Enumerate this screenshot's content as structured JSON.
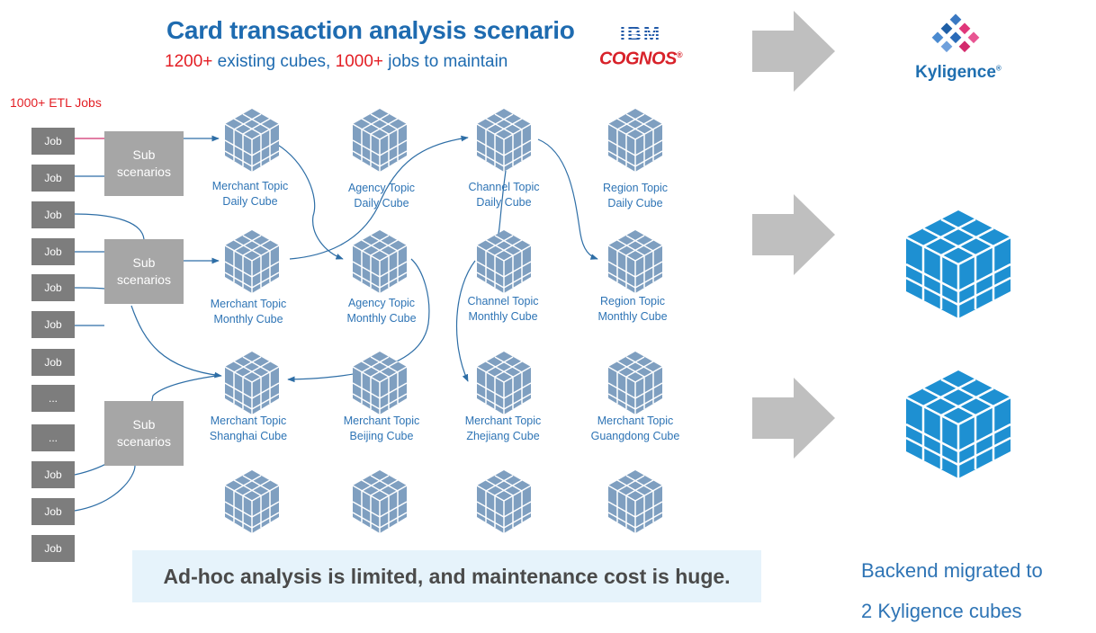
{
  "header": {
    "title": "Card transaction analysis scenario",
    "subtitle_num1": "1200+",
    "subtitle_text1": " existing cubes, ",
    "subtitle_num2": "1000+",
    "subtitle_text2": " jobs to maintain"
  },
  "logos": {
    "ibm": "IBM",
    "cognos": "COGNOS",
    "cognos_mark": "®",
    "kyligence": "Kyligence",
    "kyligence_mark": "®"
  },
  "etl_label": "1000+ ETL Jobs",
  "jobs": [
    "Job",
    "Job",
    "Job",
    "Job",
    "Job",
    "Job",
    "Job",
    "...",
    "...",
    "Job",
    "Job",
    "Job"
  ],
  "sub_scenarios": [
    "Sub\nscenarios",
    "Sub\nscenarios",
    "Sub\nscenarios"
  ],
  "cube_labels": [
    [
      "Merchant Topic",
      "Daily Cube"
    ],
    [
      "Agency Topic",
      "Daily Cube"
    ],
    [
      "Channel Topic",
      "Daily Cube"
    ],
    [
      "Region Topic",
      "Daily Cube"
    ],
    [
      "Merchant Topic",
      "Monthly Cube"
    ],
    [
      "Agency Topic",
      "Monthly Cube"
    ],
    [
      "Channel Topic",
      "Monthly Cube"
    ],
    [
      "Region Topic",
      "Monthly Cube"
    ],
    [
      "Merchant Topic",
      "Shanghai Cube"
    ],
    [
      "Merchant Topic",
      "Beijing Cube"
    ],
    [
      "Merchant Topic",
      "Zhejiang Cube"
    ],
    [
      "Merchant Topic",
      "Guangdong Cube"
    ]
  ],
  "banner": "Ad-hoc analysis is limited, and maintenance cost is huge.",
  "backend": {
    "line1": "Backend migrated to",
    "line2": "2 Kyligence cubes"
  },
  "colors": {
    "title_blue": "#1e6bb0",
    "accent_red": "#e31e24",
    "cube_gray_blue": "#7f9fc0",
    "kyligence_cube_blue": "#1e90d2",
    "arrow_gray": "#bfbfbf",
    "job_gray": "#7d7d7d",
    "sub_gray": "#a6a6a6",
    "banner_bg": "#e6f3fb"
  }
}
